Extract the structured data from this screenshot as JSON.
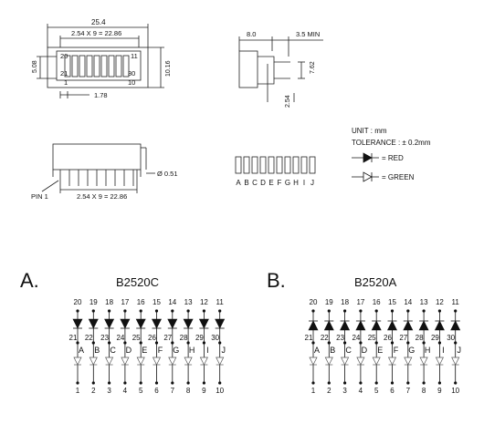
{
  "drawings": {
    "top_view": {
      "overall_width": "25.4",
      "pitch_span": "2.54 X 9 = 22.86",
      "height_left": "5.08",
      "height_right": "10.16",
      "pin_pitch": "1.78",
      "corner_pins": [
        "20",
        "11",
        "21",
        "30",
        "1",
        "10"
      ]
    },
    "side_view": {
      "body_depth": "8.0",
      "pin_length": "3.5 MIN",
      "pin_spacing": "7.62",
      "pin_offset": "2.54"
    },
    "front_view": {
      "pin_label": "PIN 1",
      "pitch_span": "2.54 X 9 = 22.86",
      "pin_diameter": "Ø 0.51"
    },
    "segment_labels": [
      "A",
      "B",
      "C",
      "D",
      "E",
      "F",
      "G",
      "H",
      "I",
      "J"
    ],
    "legend": {
      "unit": "UNIT : mm",
      "tolerance": "TOLERANCE : ± 0.2mm",
      "red": "= RED",
      "green": "= GREEN"
    }
  },
  "circuits": [
    {
      "letter": "A.",
      "model": "B2520C",
      "top_pins": [
        "20",
        "19",
        "18",
        "17",
        "16",
        "15",
        "14",
        "13",
        "12",
        "11"
      ],
      "mid_pins": [
        "21",
        "22",
        "23",
        "24",
        "25",
        "26",
        "27",
        "28",
        "29",
        "30"
      ],
      "letters": [
        "A",
        "B",
        "C",
        "D",
        "E",
        "F",
        "G",
        "H",
        "I",
        "J"
      ],
      "bottom_pins": [
        "1",
        "2",
        "3",
        "4",
        "5",
        "6",
        "7",
        "8",
        "9",
        "10"
      ]
    },
    {
      "letter": "B.",
      "model": "B2520A",
      "top_pins": [
        "20",
        "19",
        "18",
        "17",
        "16",
        "15",
        "14",
        "13",
        "12",
        "11"
      ],
      "mid_pins": [
        "21",
        "22",
        "23",
        "24",
        "25",
        "26",
        "27",
        "28",
        "29",
        "30"
      ],
      "letters": [
        "A",
        "B",
        "C",
        "D",
        "E",
        "F",
        "G",
        "H",
        "I",
        "J"
      ],
      "bottom_pins": [
        "1",
        "2",
        "3",
        "4",
        "5",
        "6",
        "7",
        "8",
        "9",
        "10"
      ]
    }
  ]
}
